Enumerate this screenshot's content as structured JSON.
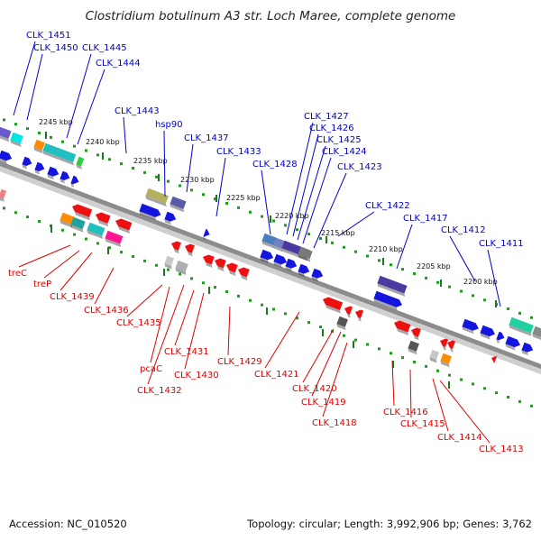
{
  "title": "Clostridium botulinum A3 str. Loch Maree, complete genome",
  "footer": {
    "accession": "Accession: NC_010520",
    "summary": "Topology: circular; Length: 3,992,906 bp; Genes: 3,762"
  },
  "colors": {
    "backbone": "#8c8c8c",
    "dots": "#1f9a1f",
    "ticks": "#1a7a1a",
    "top_labels": "#0000cc",
    "bottom_labels": "#dd0000",
    "gene_forward": "#1515e0",
    "gene_reverse": "#ee1111"
  },
  "scale": {
    "unit": "kbp",
    "ticks": [
      "2245 kbp",
      "2240 kbp",
      "2235 kbp",
      "2230 kbp",
      "2225 kbp",
      "2220 kbp",
      "2215 kbp",
      "2210 kbp",
      "2205 kbp",
      "2200 kbp"
    ]
  },
  "genes_top": [
    "CLK_1451",
    "CLK_1450",
    "CLK_1445",
    "CLK_1444",
    "CLK_1443",
    "hsp90",
    "CLK_1437",
    "CLK_1433",
    "CLK_1428",
    "CLK_1427",
    "CLK_1426",
    "CLK_1425",
    "CLK_1424",
    "CLK_1423",
    "CLK_1422",
    "CLK_1417",
    "CLK_1412",
    "CLK_1411"
  ],
  "genes_bottom": [
    "treC",
    "treP",
    "CLK_1439",
    "CLK_1436",
    "CLK_1435",
    "pcaC",
    "CLK_1432",
    "CLK_1431",
    "CLK_1430",
    "CLK_1429",
    "CLK_1421",
    "CLK_1420",
    "CLK_1419",
    "CLK_1418",
    "CLK_1416",
    "CLK_1415",
    "CLK_1414",
    "CLK_1413"
  ]
}
